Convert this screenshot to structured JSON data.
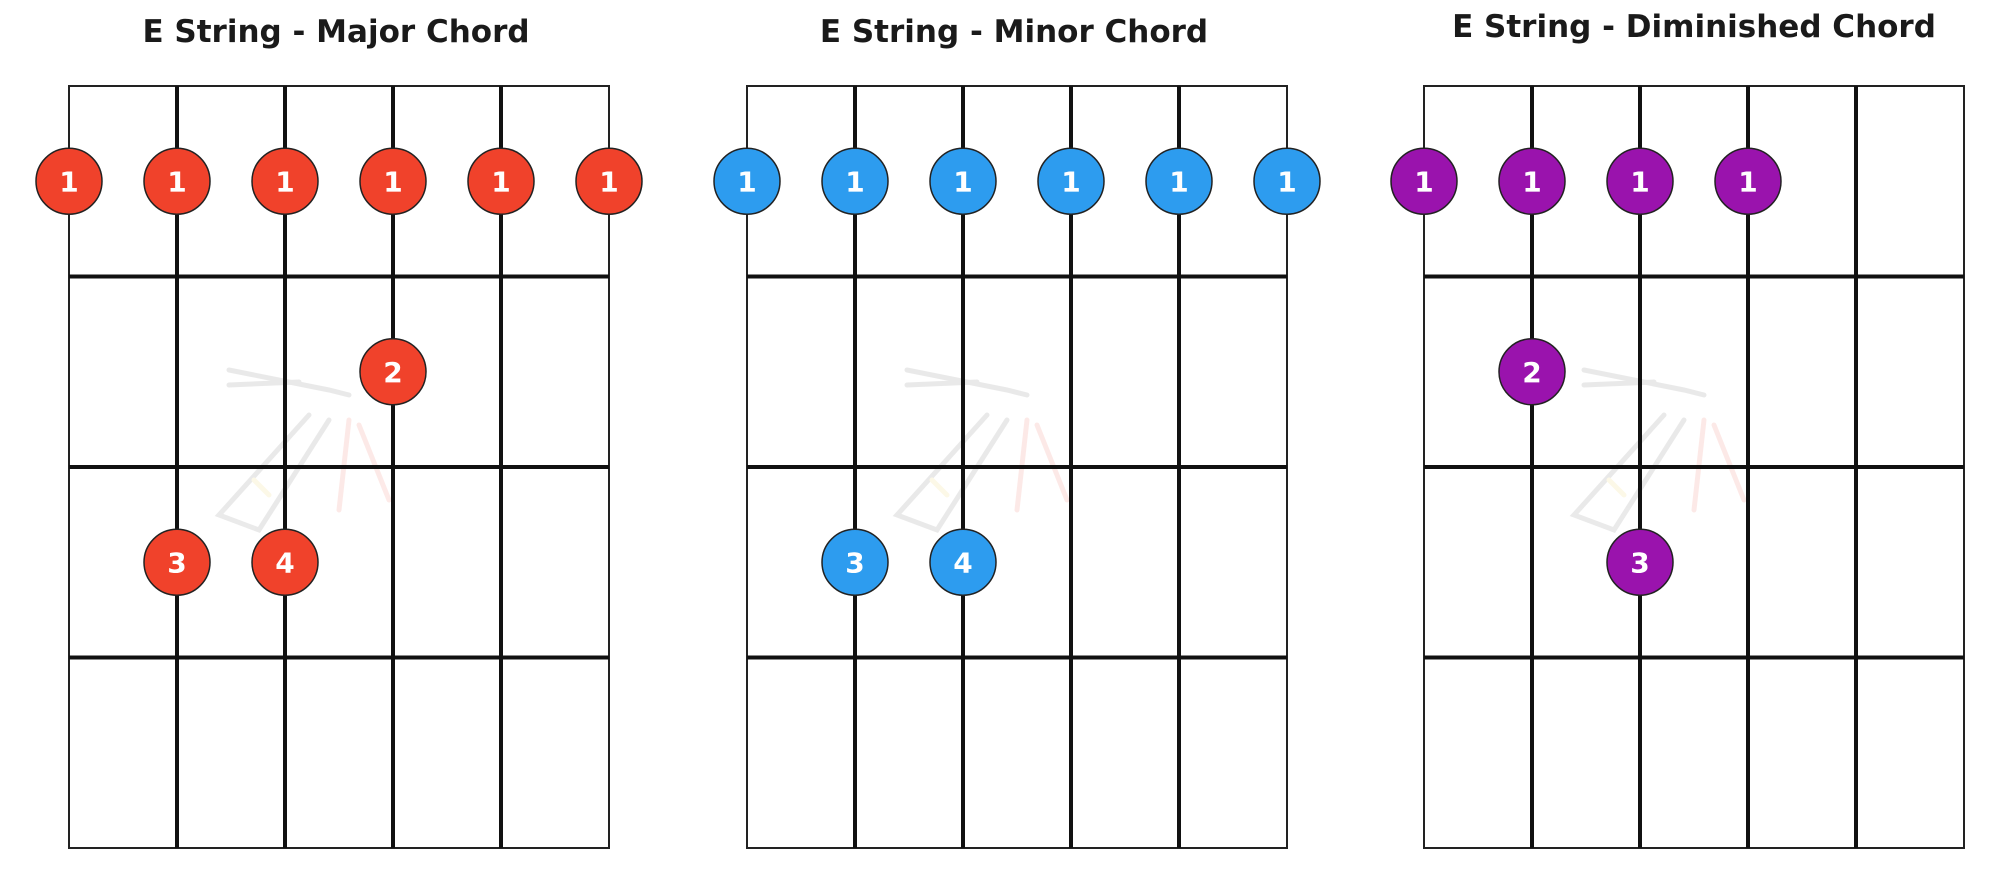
{
  "diagrams": [
    {
      "title": "E String - Major Chord",
      "color": "#f0422b",
      "notes": [
        {
          "string": 1,
          "fret": 1,
          "finger": "1"
        },
        {
          "string": 2,
          "fret": 1,
          "finger": "1"
        },
        {
          "string": 3,
          "fret": 1,
          "finger": "1"
        },
        {
          "string": 4,
          "fret": 1,
          "finger": "1"
        },
        {
          "string": 5,
          "fret": 1,
          "finger": "1"
        },
        {
          "string": 6,
          "fret": 1,
          "finger": "1"
        },
        {
          "string": 4,
          "fret": 2,
          "finger": "2"
        },
        {
          "string": 2,
          "fret": 3,
          "finger": "3"
        },
        {
          "string": 3,
          "fret": 3,
          "finger": "4"
        }
      ]
    },
    {
      "title": "E String - Minor Chord",
      "color": "#2d9cef",
      "notes": [
        {
          "string": 1,
          "fret": 1,
          "finger": "1"
        },
        {
          "string": 2,
          "fret": 1,
          "finger": "1"
        },
        {
          "string": 3,
          "fret": 1,
          "finger": "1"
        },
        {
          "string": 4,
          "fret": 1,
          "finger": "1"
        },
        {
          "string": 5,
          "fret": 1,
          "finger": "1"
        },
        {
          "string": 6,
          "fret": 1,
          "finger": "1"
        },
        {
          "string": 2,
          "fret": 3,
          "finger": "3"
        },
        {
          "string": 3,
          "fret": 3,
          "finger": "4"
        }
      ]
    },
    {
      "title": "E String - Diminished Chord",
      "color": "#9a13ad",
      "notes": [
        {
          "string": 1,
          "fret": 1,
          "finger": "1"
        },
        {
          "string": 2,
          "fret": 1,
          "finger": "1"
        },
        {
          "string": 3,
          "fret": 1,
          "finger": "1"
        },
        {
          "string": 4,
          "fret": 1,
          "finger": "1"
        },
        {
          "string": 2,
          "fret": 2,
          "finger": "2"
        },
        {
          "string": 3,
          "fret": 3,
          "finger": "3"
        }
      ]
    }
  ]
}
